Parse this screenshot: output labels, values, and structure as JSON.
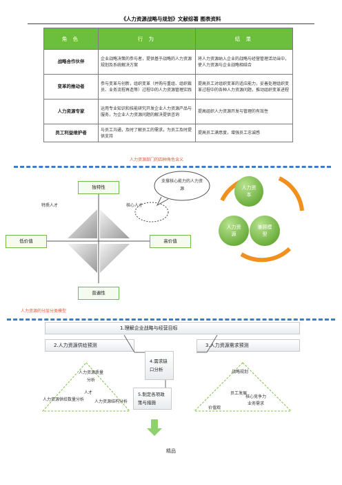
{
  "header": {
    "title": "《人力资源战略与规划》文献综著 图表资料"
  },
  "table": {
    "headers": [
      "角 色",
      "行 为",
      "结 果"
    ],
    "rows": [
      {
        "role": "战略合作伙伴",
        "act": "企业战略决策的参与者，提供基于战略的人力资源规划及系统解决方案",
        "res": "将人力资源纳入企业的战略与经营管理活动当中，使人力资源与企业战略相结合"
      },
      {
        "role": "变革的推动者",
        "act": "参与变革与创新，组织变革（并购与重组、组织裁员、业务流程再造等）过程中的人力资源管理实践",
        "res": "提高员工对组织变革的适应能力，妥善处理组织变革过程中的各种人力资源问题，推动组织变革进程"
      },
      {
        "role": "人力资源专家",
        "act": "运用专业知识和技能研究开发企业人力资源产品与服务，为企业人力资源问题的解决提供咨询",
        "res": "提高组织人力资源开发与管理的有效性"
      },
      {
        "role": "员工利益维护者",
        "act": "与员工沟通，及时了解员工的需求，为员工及时提供支持",
        "res": "提高员工满意度，增强员工忠诚感"
      }
    ],
    "caption": "人力资源部门的四种角色含义"
  },
  "matrix": {
    "top": "独特性",
    "bottom": "普遍性",
    "left": "低价值",
    "right": "高价值",
    "label_tl": "特质人才",
    "label_tr": "核心人才",
    "bubble": "支撑核心能力的人力资源",
    "caption": "人力资源的分层分类模型"
  },
  "cycle": {
    "top": "人力资本",
    "left": "人力资源",
    "right": "兼顾模型"
  },
  "flow": {
    "step1": "1.理解企业战略与经营目标",
    "step2": "2.人力资源供给预测",
    "step3": "3.人力资源需求预测",
    "step4": "4.需求缺口分析",
    "step5": "5.制定各项政策与措施",
    "supply_items": [
      "人力资源质量分析",
      "人才",
      "人力资源供给数量分析",
      "人力资源结构分析"
    ],
    "demand_items": [
      "战略规划",
      "员工发展",
      "价值观",
      "核心竞争力业务需求"
    ],
    "footer": "精品"
  }
}
